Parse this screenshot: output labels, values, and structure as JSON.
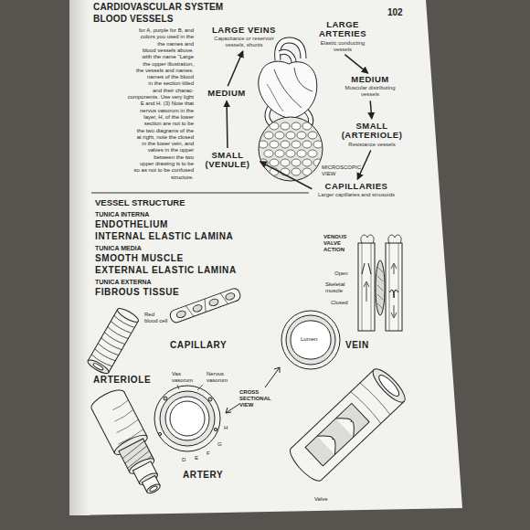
{
  "diagram": {
    "title": "BLOOD VESSELS",
    "nodes": [
      {
        "text": [
          "LARGE VEINS",
          "Capacitance or reservoir vessels, shunts"
        ]
      },
      {
        "text": [
          "LARGE ARTERIES",
          "Elastic conducting vessels"
        ]
      },
      {
        "text": [
          "MEDIUM"
        ]
      },
      {
        "text": [
          "MEDIUM",
          "Muscular distributing vessels"
        ]
      },
      {
        "text": [
          "SMALL (ARTERIOLE)",
          "Resistance vessels"
        ]
      },
      {
        "text": [
          "SMALL (VENULE)"
        ]
      },
      {
        "text": [
          "CAPILLARIES",
          "Larger capillaries and sinusoids"
        ]
      }
    ],
    "edges": [
      {
        "from": 1,
        "to": 3,
        "arrow": "to"
      },
      {
        "from": 3,
        "to": 4,
        "arrow": "to"
      },
      {
        "from": 4,
        "to": 6,
        "arrow": "to"
      },
      {
        "from": 6,
        "to": 5,
        "arrow": "to"
      },
      {
        "from": 5,
        "to": 2,
        "arrow": "to"
      },
      {
        "from": 2,
        "to": 0,
        "arrow": "to"
      }
    ],
    "labels": [
      "CARDIOVASCULAR SYSTEM",
      "102",
      "for A, purple for B, and",
      "colors you used in the",
      "the names and",
      "blood vessels above.",
      "with the name \"Large",
      "the upper illustration,",
      "the vessels and names.",
      "names of the blood",
      "in the section titled",
      "and their charac-",
      "components. Use very light",
      "E and H. (3) Note that",
      "nervus vasorum in the",
      "layer, H, of the lower",
      "section are not to be",
      "the two diagrams of the",
      "at right, note the closed",
      "in the lower vein, and",
      "valves in the upper",
      "between the two",
      "upper drawing is to be",
      "so as not to be confused",
      "structure.",
      "MICROSCOPIC VIEW",
      "VESSEL STRUCTURE",
      "TUNICA INTERNA",
      "ENDOTHELIUM",
      "INTERNAL ELASTIC LAMINA",
      "TUNICA MEDIA",
      "SMOOTH MUSCLE",
      "EXTERNAL ELASTIC LAMINA",
      "TUNICA EXTERNA",
      "FIBROUS TISSUE",
      "VENOUS VALVE ACTION",
      "Open",
      "Skeletal muscle",
      "Closed",
      "Red blood cell",
      "CAPILLARY",
      "ARTERIOLE",
      "Vas vasorum",
      "Nervus vasorum",
      "CROSS SECTIONAL VIEW",
      "VEIN",
      "Lumen",
      "ARTERY",
      "Valve",
      "D",
      "E",
      "F",
      "G",
      "H"
    ]
  }
}
